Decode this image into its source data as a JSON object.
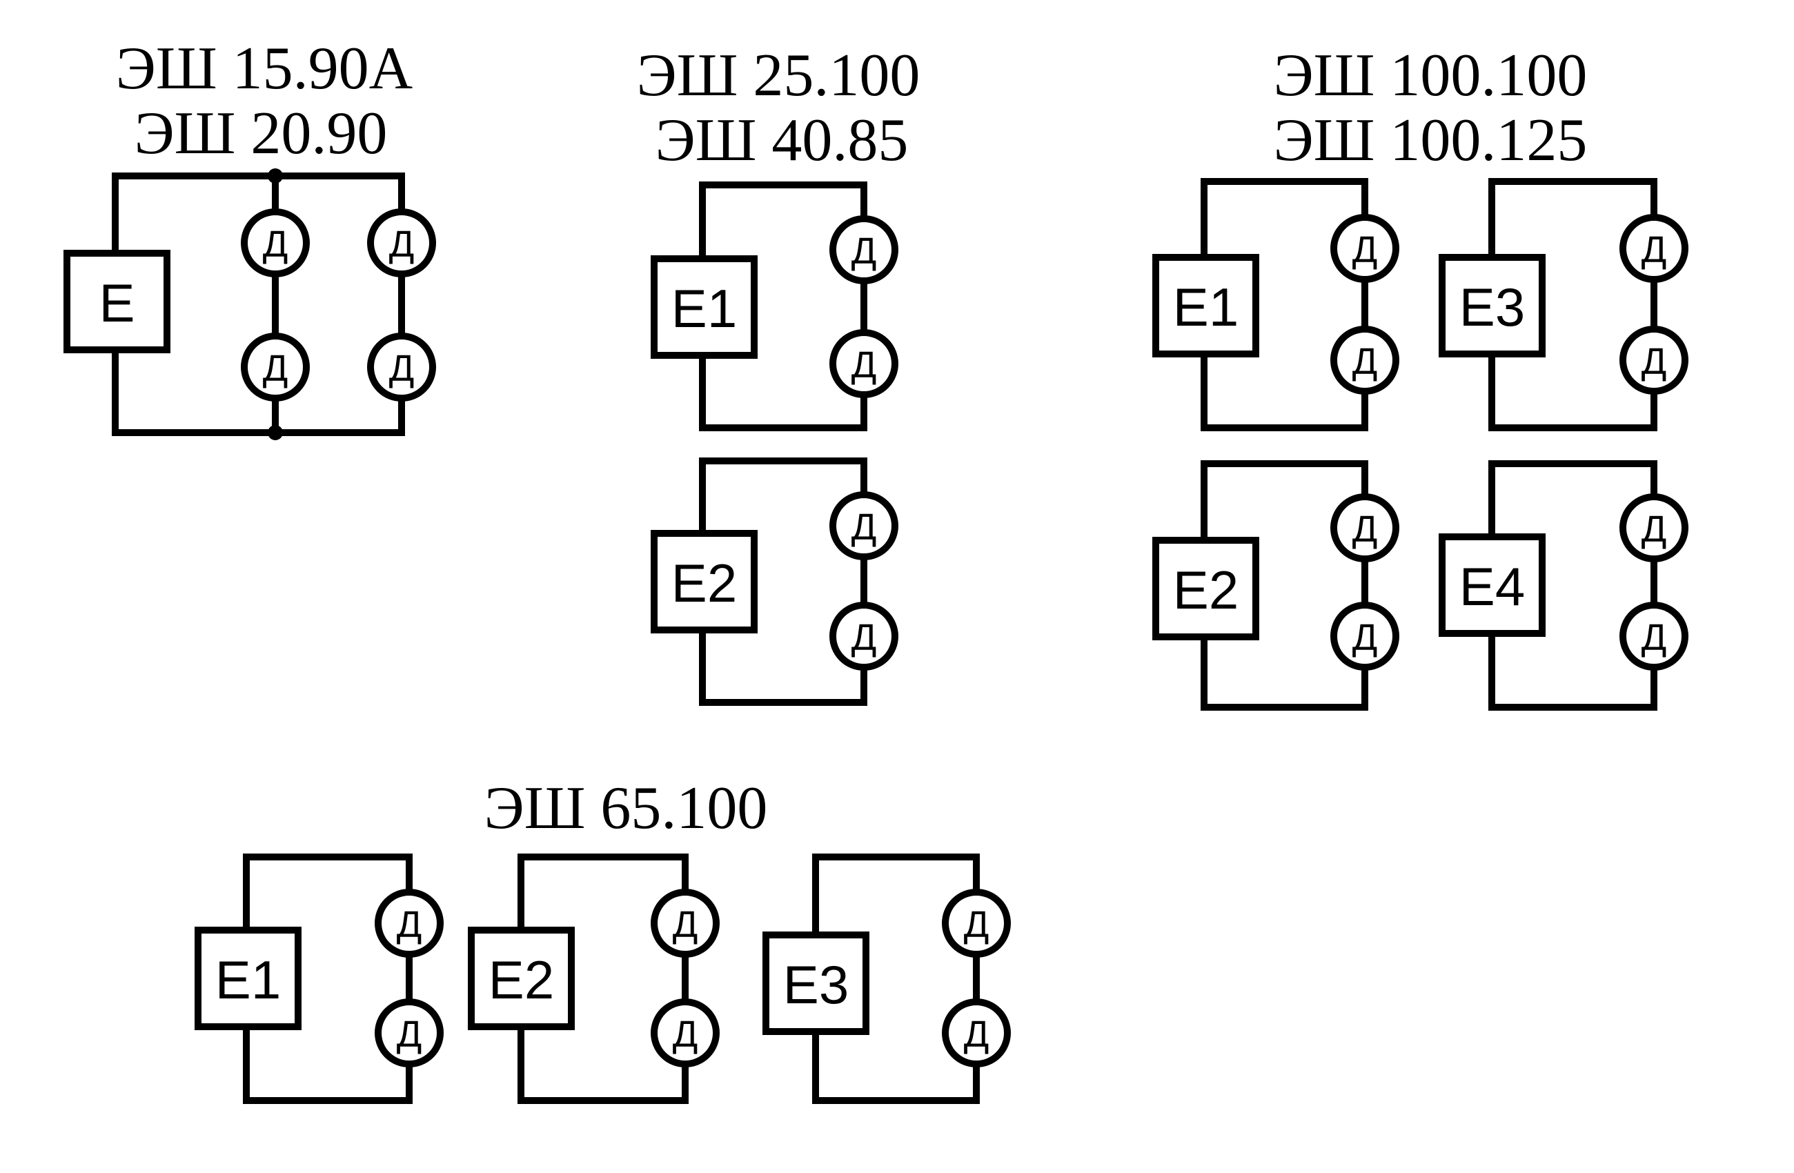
{
  "motor_label": "Д",
  "groups": [
    {
      "titles": [
        "ЭШ 15.90А",
        "ЭШ 20.90"
      ],
      "circuits": [
        {
          "label": "Е",
          "motors_rows": 2,
          "branches": 2
        }
      ]
    },
    {
      "titles": [
        "ЭШ 25.100",
        "ЭШ 40.85"
      ],
      "circuits": [
        {
          "label": "Е1",
          "motors_rows": 2,
          "branches": 1
        },
        {
          "label": "Е2",
          "motors_rows": 2,
          "branches": 1
        }
      ]
    },
    {
      "titles": [
        "ЭШ 100.100",
        "ЭШ 100.125"
      ],
      "circuits": [
        {
          "label": "Е1",
          "motors_rows": 2,
          "branches": 1
        },
        {
          "label": "Е3",
          "motors_rows": 2,
          "branches": 1
        },
        {
          "label": "Е2",
          "motors_rows": 2,
          "branches": 1
        },
        {
          "label": "Е4",
          "motors_rows": 2,
          "branches": 1
        }
      ]
    },
    {
      "titles": [
        "ЭШ 65.100"
      ],
      "circuits": [
        {
          "label": "Е1",
          "motors_rows": 2,
          "branches": 1
        },
        {
          "label": "Е2",
          "motors_rows": 2,
          "branches": 1
        },
        {
          "label": "Е3",
          "motors_rows": 2,
          "branches": 1
        }
      ]
    }
  ]
}
